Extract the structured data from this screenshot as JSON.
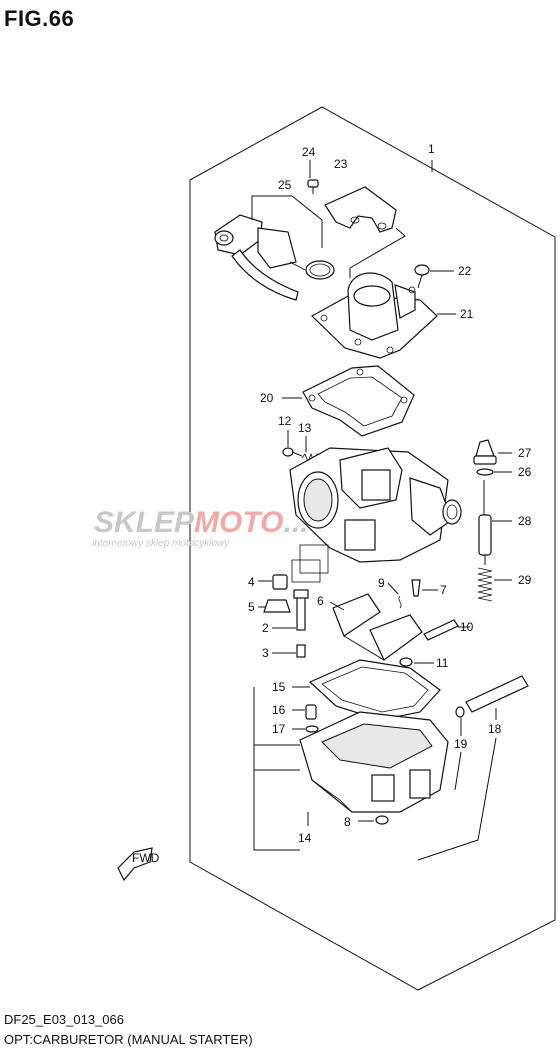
{
  "figure": {
    "title": "FIG.66"
  },
  "footer": {
    "code": "DF25_E03_013_066",
    "caption": "OPT:CARBURETOR (MANUAL STARTER)"
  },
  "watermark": {
    "brand_a": "SKLEP",
    "brand_b": "MOTO",
    "tagline": "internetowy sklep motocyklowy",
    "color_a": "#c8c8c8",
    "color_b": "#f0a8a8"
  },
  "fwd_label": "FWD",
  "callouts": [
    "1",
    "2",
    "3",
    "4",
    "5",
    "6",
    "7",
    "8",
    "9",
    "10",
    "11",
    "12",
    "13",
    "14",
    "15",
    "16",
    "17",
    "18",
    "19",
    "20",
    "21",
    "22",
    "23",
    "24",
    "25",
    "26",
    "27",
    "28",
    "29"
  ]
}
